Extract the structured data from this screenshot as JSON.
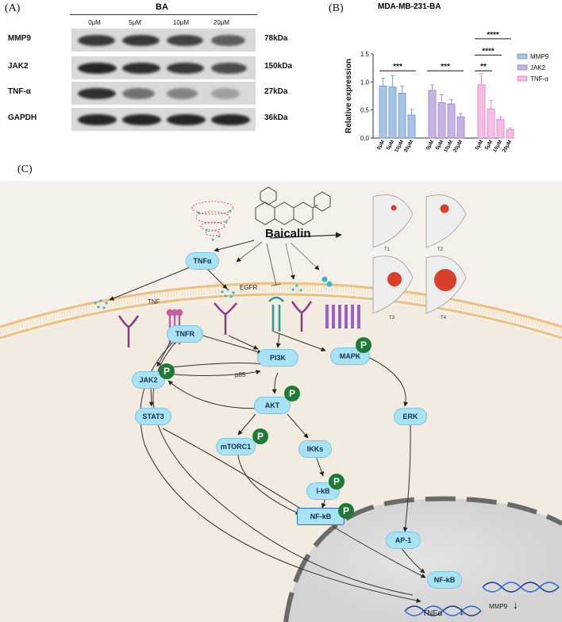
{
  "panel_a": {
    "label": "(A)",
    "title": "BA",
    "columns": [
      "0μM",
      "5μM",
      "10μM",
      "20μM"
    ],
    "rows": [
      {
        "protein": "MMP9",
        "kda": "78kDa",
        "intensity": [
          0.85,
          0.85,
          0.8,
          0.65
        ]
      },
      {
        "protein": "JAK2",
        "kda": "150kDa",
        "intensity": [
          0.95,
          0.9,
          0.85,
          0.75
        ]
      },
      {
        "protein": "TNF-α",
        "kda": "27kDa",
        "intensity": [
          0.9,
          0.55,
          0.45,
          0.3
        ]
      },
      {
        "protein": "GAPDH",
        "kda": "36kDa",
        "intensity": [
          0.95,
          0.95,
          0.95,
          0.95
        ]
      }
    ]
  },
  "panel_b": {
    "label": "(B)",
    "chart_data": {
      "type": "bar",
      "title": "MDA-MB-231-BA",
      "ylabel": "Relative expression",
      "ylim": [
        0,
        1.5
      ],
      "yticks": [
        "0.0",
        "0.5",
        "1.0",
        "1.5"
      ],
      "categories": [
        "0μM",
        "5μM",
        "10μM",
        "20μM"
      ],
      "series": [
        {
          "name": "MMP9",
          "color": "#a6c4e6",
          "edge": "#6a93c8",
          "values": [
            0.93,
            0.91,
            0.8,
            0.41
          ],
          "errors": [
            0.14,
            0.2,
            0.13,
            0.1
          ]
        },
        {
          "name": "JAK2",
          "color": "#c8b4e4",
          "edge": "#9a7cc6",
          "values": [
            0.85,
            0.63,
            0.61,
            0.38
          ],
          "errors": [
            0.1,
            0.14,
            0.08,
            0.05
          ]
        },
        {
          "name": "TNF-α",
          "color": "#f3bfe4",
          "edge": "#e07ac6",
          "values": [
            0.95,
            0.52,
            0.33,
            0.15
          ],
          "errors": [
            0.2,
            0.15,
            0.05,
            0.03
          ]
        }
      ],
      "significance": [
        "***",
        "***",
        "**",
        "****",
        "****"
      ],
      "legend": "right"
    }
  },
  "panel_c": {
    "label": "(C)",
    "drug": "Baicalin",
    "receptor_labels": {
      "tnf": "TNF",
      "egfr": "EGFR",
      "p85": "p85"
    },
    "nodes": {
      "tnfa": "TNFα",
      "tnfr": "TNFR",
      "pi3k": "PI3K",
      "mapk": "MAPK",
      "jak2": "JAK2",
      "akt": "AKT",
      "stat3": "STAT3",
      "mtorc1": "mTORC1",
      "ikks": "IKKs",
      "ikb": "I-kB",
      "nfkb": "NF-kB",
      "erk": "ERK",
      "ap1": "AP-1",
      "nfkb_nucleus": "NF-kB"
    },
    "phospho": "P",
    "tumor_stages": [
      "T1",
      "T2",
      "T3",
      "T4"
    ],
    "outputs": {
      "mmp9": "MMP9",
      "tnfa": "TNFα",
      "down_arrow": "↓"
    }
  }
}
